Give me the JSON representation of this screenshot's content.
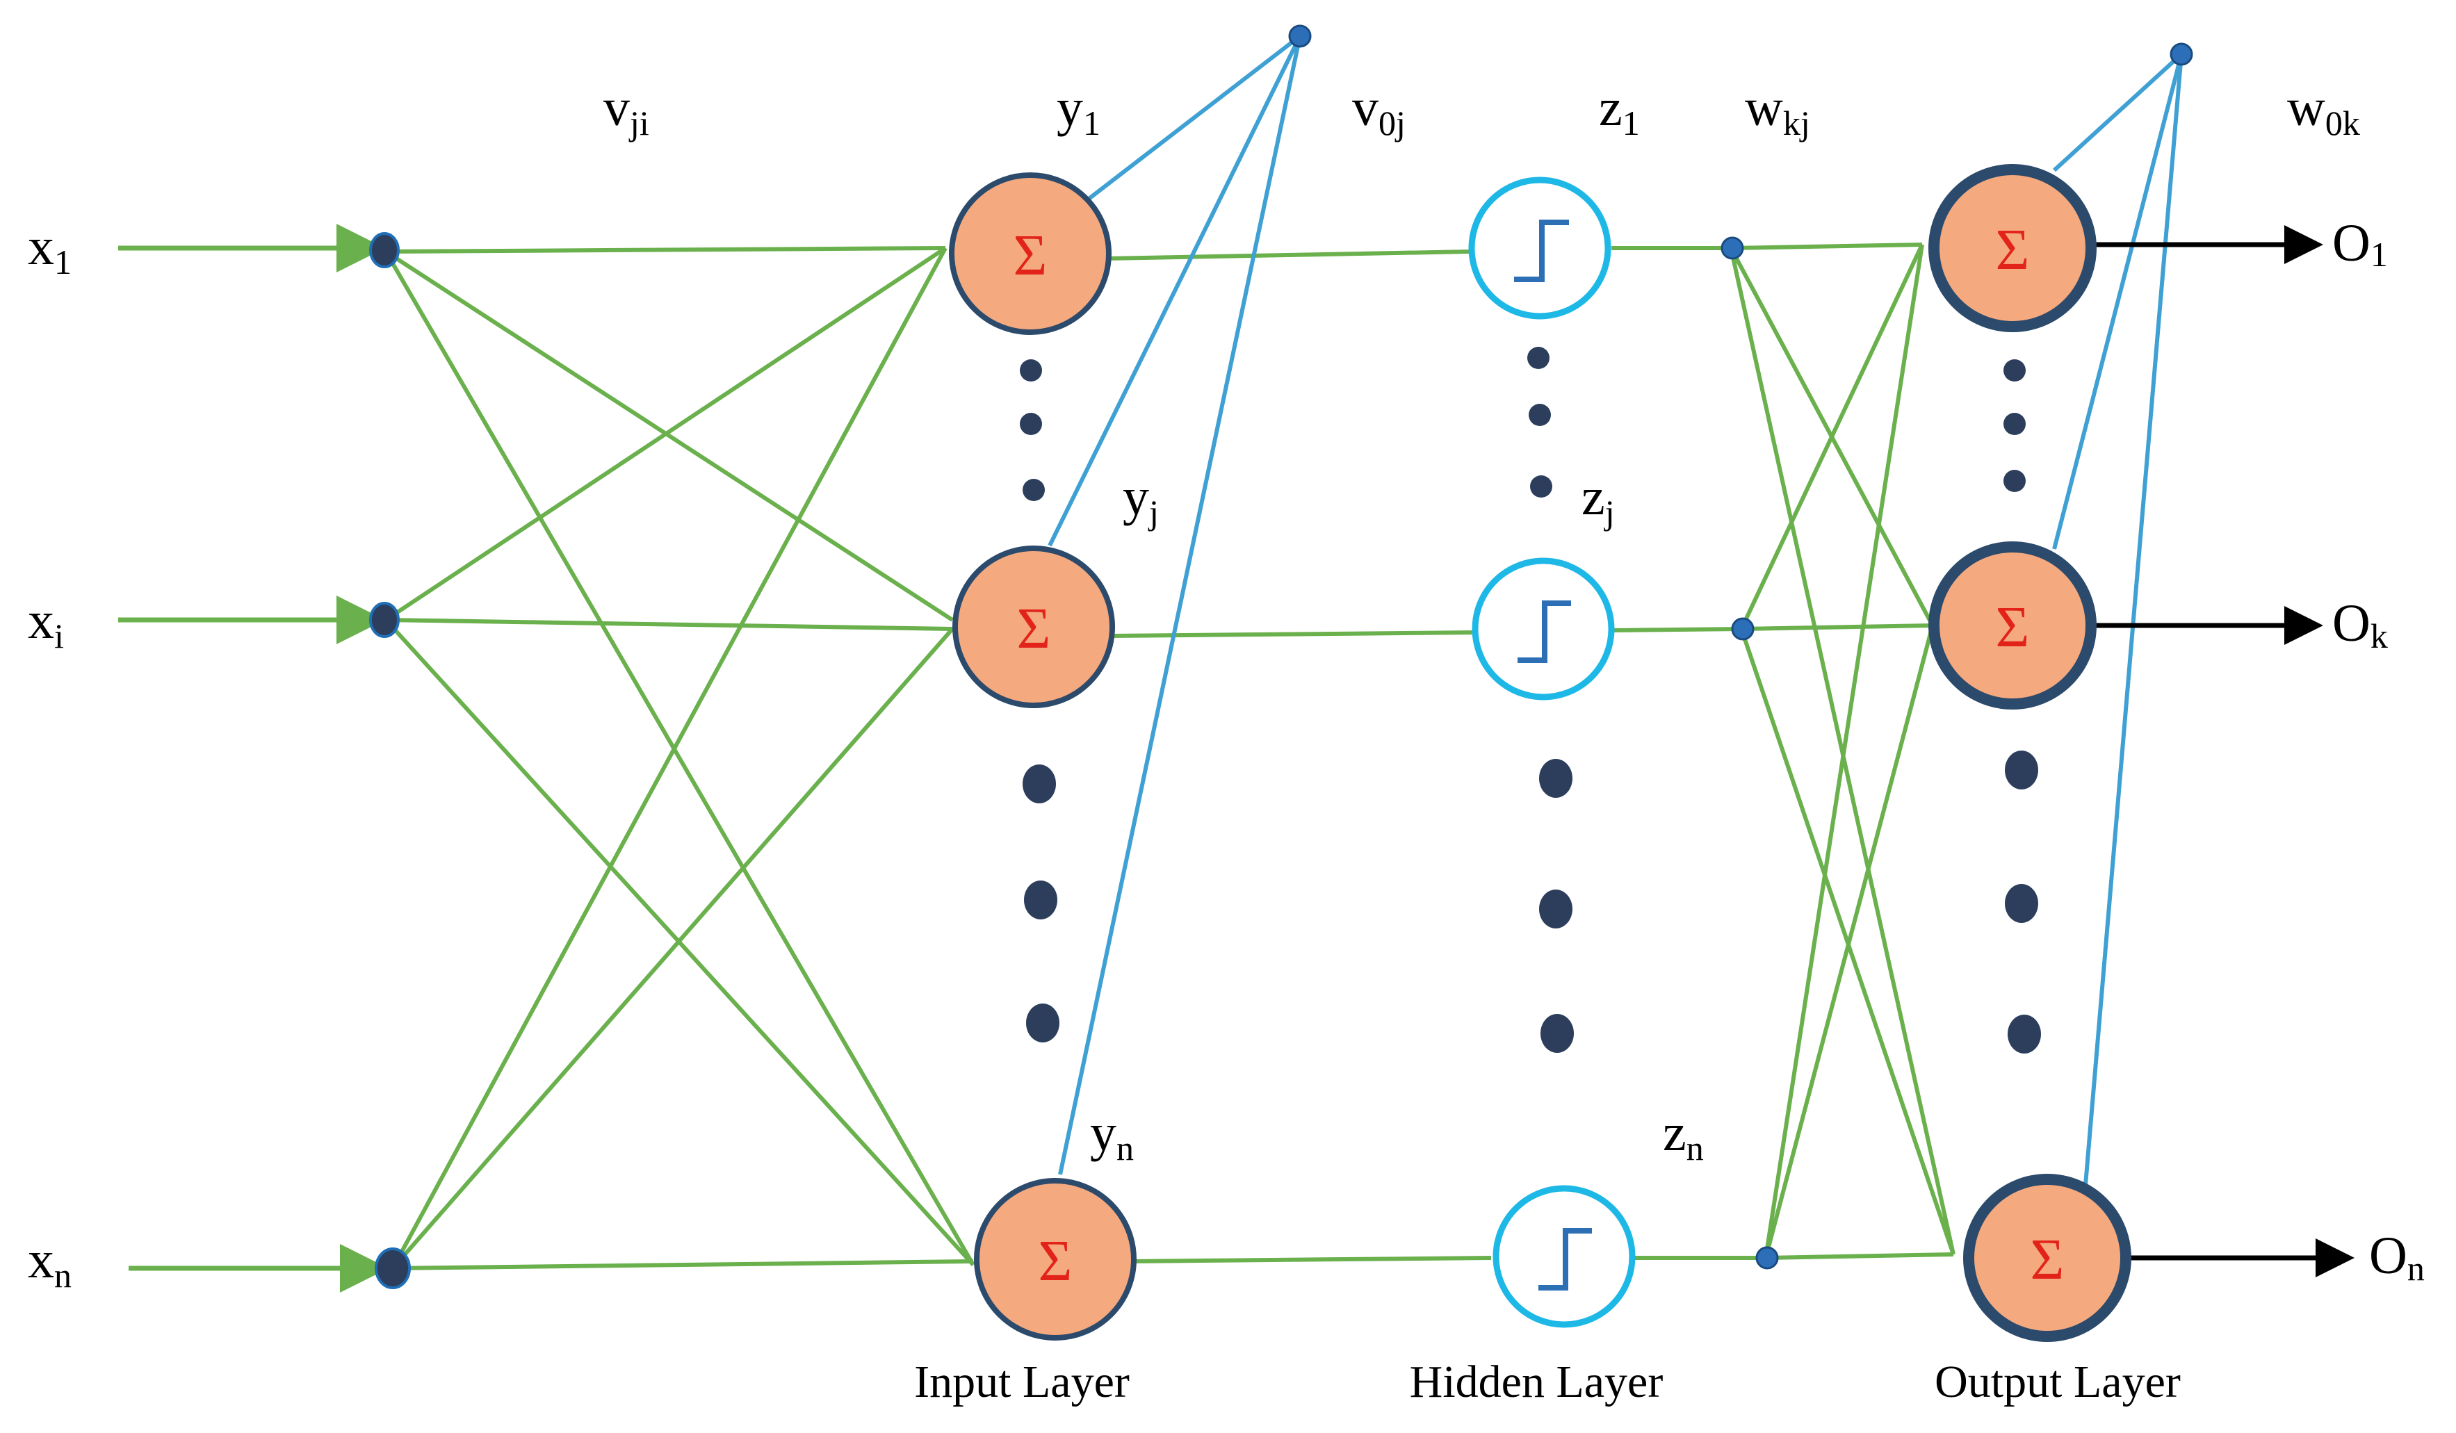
{
  "inputs": [
    {
      "base": "x",
      "sub": "1"
    },
    {
      "base": "x",
      "sub": "i"
    },
    {
      "base": "x",
      "sub": "n"
    }
  ],
  "neurons_y": [
    {
      "base": "y",
      "sub": "1"
    },
    {
      "base": "y",
      "sub": "j"
    },
    {
      "base": "y",
      "sub": "n"
    }
  ],
  "neurons_z": [
    {
      "base": "z",
      "sub": "1"
    },
    {
      "base": "z",
      "sub": "j"
    },
    {
      "base": "z",
      "sub": "n"
    }
  ],
  "outputs": [
    {
      "base": "O",
      "sub": "1"
    },
    {
      "base": "O",
      "sub": "k"
    },
    {
      "base": "O",
      "sub": "n"
    }
  ],
  "weights": {
    "vji": {
      "base": "v",
      "sub": "ji"
    },
    "v0j": {
      "base": "v",
      "sub": "0j"
    },
    "wkj": {
      "base": "w",
      "sub": "kj"
    },
    "w0k": {
      "base": "w",
      "sub": "0k"
    }
  },
  "sum_symbol": "Σ",
  "layers": {
    "input": "Input Layer",
    "hidden": "Hidden Layer",
    "output": "Output Layer"
  },
  "colors": {
    "connection": "#6ab04c",
    "bias": "#3fa0d4",
    "neuron_fill": "#f5a97f",
    "neuron_stroke": "#2c4a6b",
    "activation_stroke": "#1eb8e6",
    "step_line": "#2d6fb5",
    "dot": "#2c3e5c",
    "sigma": "#e2231a",
    "output_arrow": "#000000"
  },
  "icons": {
    "summation": "sigma-icon",
    "activation": "step-function-icon"
  }
}
